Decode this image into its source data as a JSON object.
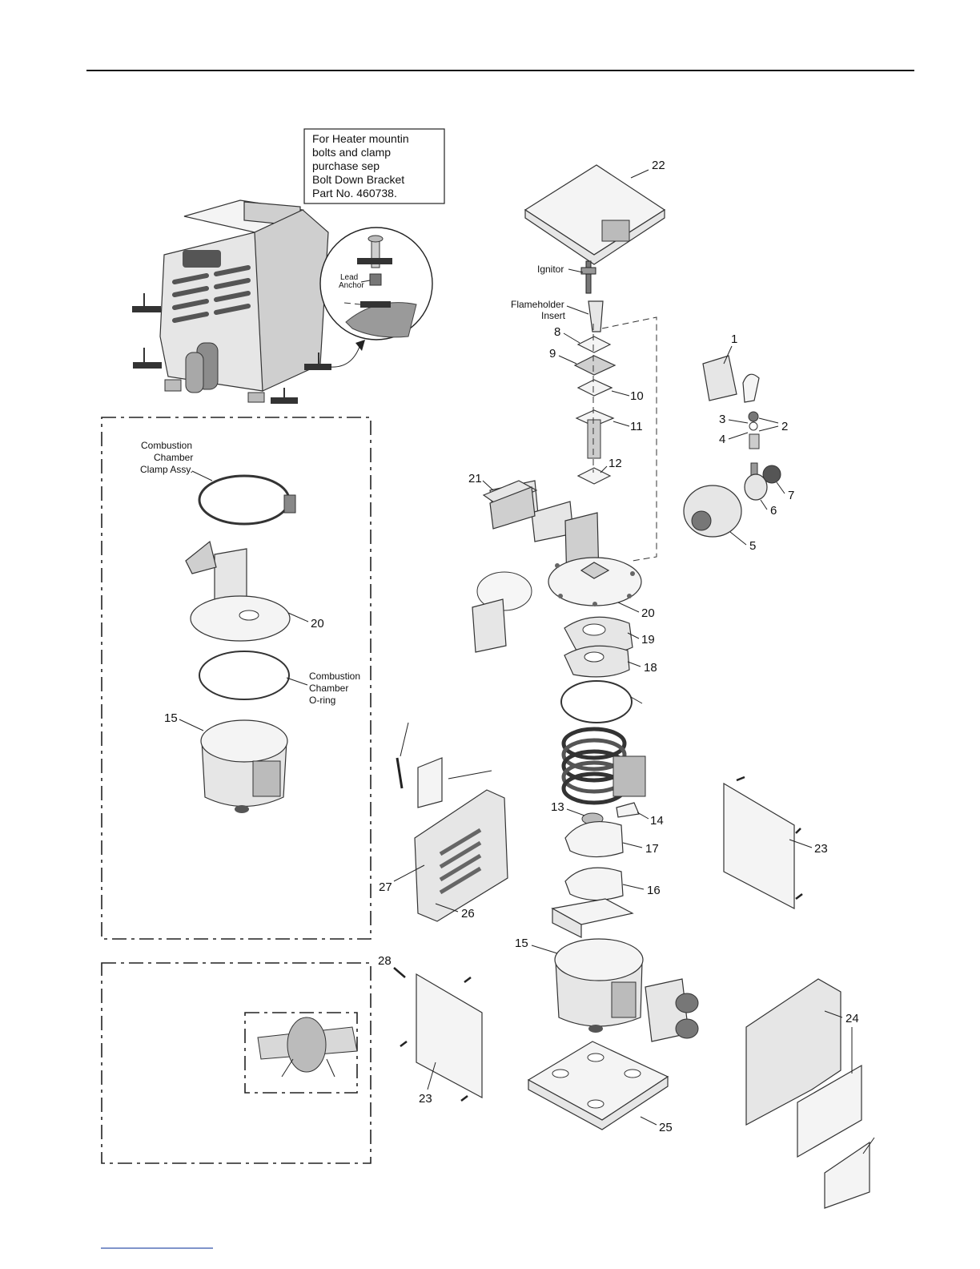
{
  "note_box": {
    "lines": [
      "For Heater mountin",
      "bolts and clamp",
      "purchase sep",
      "Bolt Down Bracket",
      "Part No. 460738."
    ]
  },
  "inset_labels": {
    "lead_anchor": [
      "Lead",
      "Anchor"
    ]
  },
  "chamber_box": {
    "clamp_label": [
      "Combustion",
      "Chamber",
      "Clamp Assy."
    ],
    "oring_label": [
      "Combustion",
      "Chamber",
      "O-ring"
    ],
    "part_20": "20",
    "part_15": "15"
  },
  "callouts": {
    "ignitor": "Ignitor",
    "flameholder": [
      "Flameholder",
      "Insert"
    ],
    "numbers": {
      "p1": "1",
      "p2": "2",
      "p3": "3",
      "p4": "4",
      "p5": "5",
      "p6": "6",
      "p7": "7",
      "p8": "8",
      "p9": "9",
      "p10": "10",
      "p11": "11",
      "p12": "12",
      "p13": "13",
      "p14": "14",
      "p15": "15",
      "p16": "16",
      "p17": "17",
      "p18": "18",
      "p19": "19",
      "p20": "20",
      "p21": "21",
      "p22": "22",
      "p23a": "23",
      "p23b": "23",
      "p24": "24",
      "p25": "25",
      "p26": "26",
      "p27": "27",
      "p28": "28"
    }
  }
}
